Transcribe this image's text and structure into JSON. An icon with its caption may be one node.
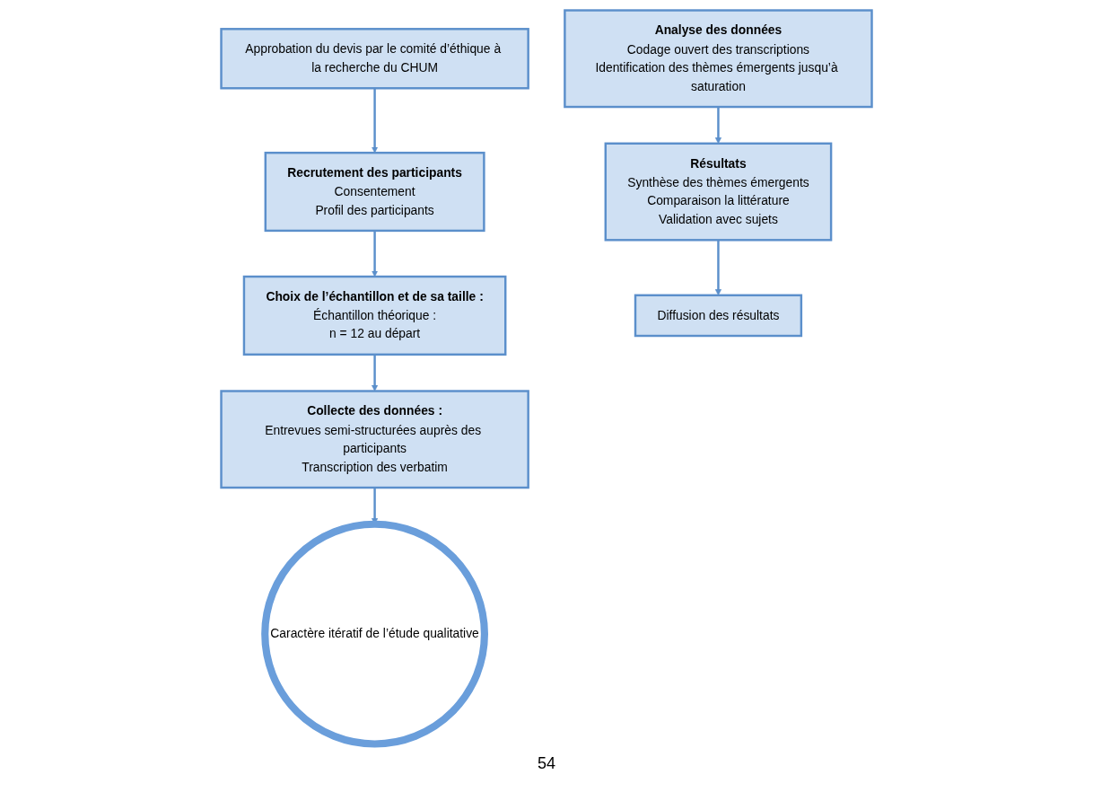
{
  "diagram": {
    "nodes": [
      {
        "text": [
          "Approbation du devis par le comité d’éthique à la recherche du CHUM"
        ]
      },
      {
        "text": [
          "Recrutement des participants",
          "Consentement",
          "Profil des participants"
        ]
      },
      {
        "text": [
          "Choix de l’échantillon et de sa taille :",
          "Échantillon théorique :",
          "n = 12 au départ"
        ]
      },
      {
        "text": [
          "Collecte des données :",
          "Entrevues semi-structurées auprès des participants",
          "Transcription des verbatim"
        ]
      },
      {
        "text": [
          "Caractère itératif de l’étude qualitative"
        ]
      },
      {
        "text": [
          "Analyse des données",
          "Codage ouvert des transcriptions",
          "Identification des thèmes émergents jusqu’à saturation"
        ]
      },
      {
        "text": [
          "Résultats",
          "Synthèse des thèmes émergents",
          "Comparaison la littérature",
          "Validation avec sujets"
        ]
      },
      {
        "text": [
          "Diffusion des résultats"
        ]
      }
    ],
    "edges": [
      {
        "from": 0,
        "to": 1,
        "arrow": "to"
      },
      {
        "from": 1,
        "to": 2,
        "arrow": "to"
      },
      {
        "from": 2,
        "to": 3,
        "arrow": "to"
      },
      {
        "from": 3,
        "to": 4,
        "arrow": "to"
      },
      {
        "from": 5,
        "to": 6,
        "arrow": "to"
      },
      {
        "from": 6,
        "to": 7,
        "arrow": "to"
      }
    ],
    "labels": [
      "54"
    ]
  }
}
